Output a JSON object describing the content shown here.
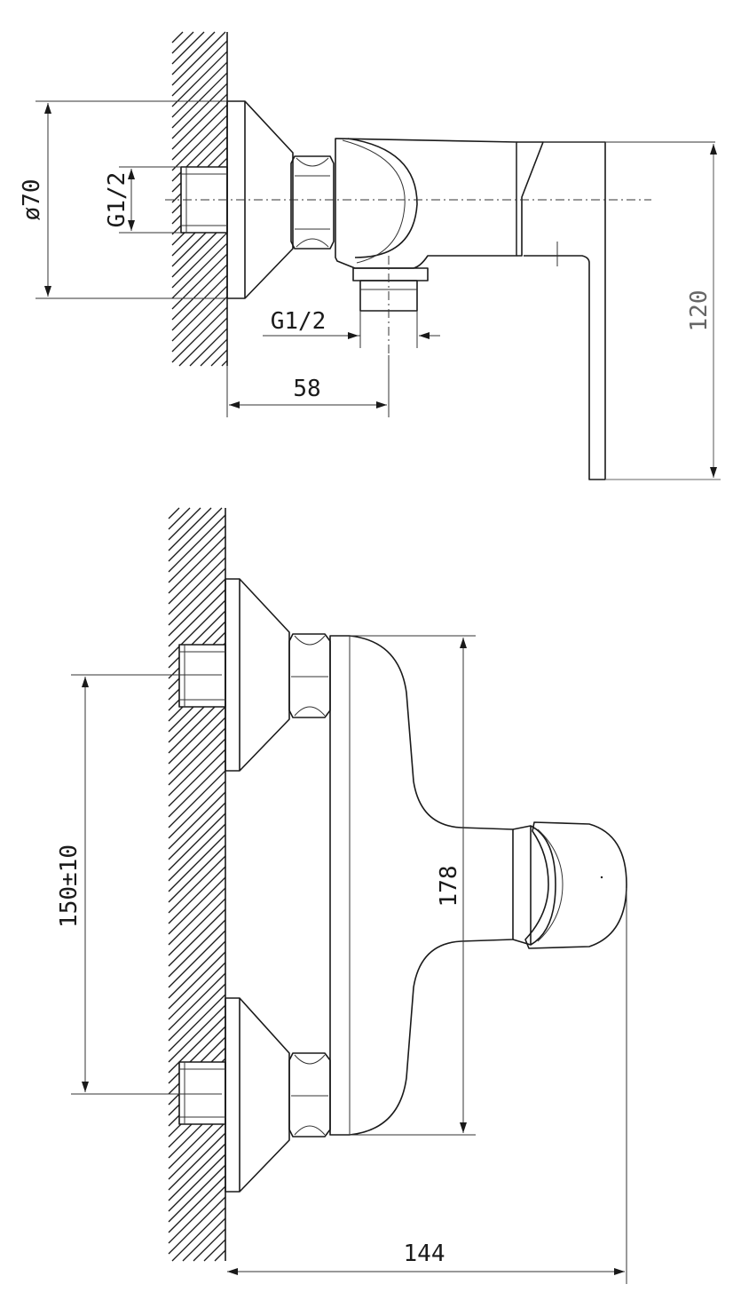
{
  "dimensions": {
    "top_diameter": "ø70",
    "top_inlet_thread": "G1/2",
    "top_outlet_thread": "G1/2",
    "top_wall_offset": "58",
    "top_lever_height": "120",
    "front_inlet_spacing": "150±10",
    "front_body_height": "178",
    "front_depth": "144"
  },
  "colors": {
    "line": "#1a1a1a",
    "background": "#ffffff"
  }
}
